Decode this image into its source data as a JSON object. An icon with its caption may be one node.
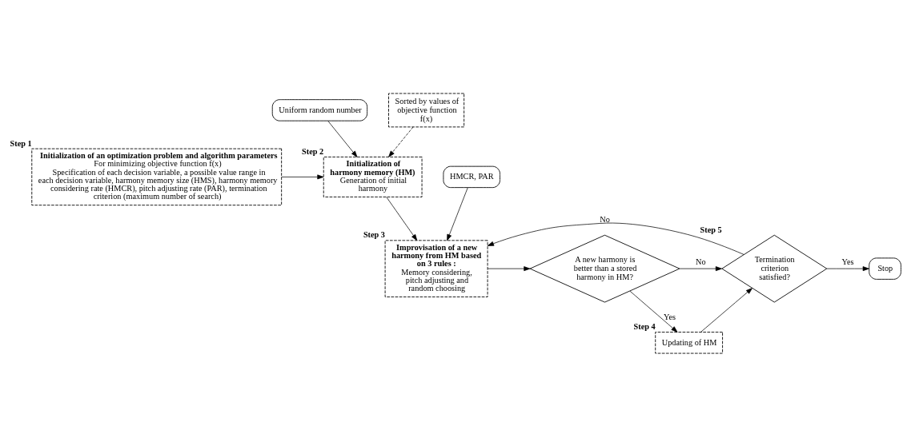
{
  "diagram": {
    "nodes": [
      {
        "text": [
          "Initialization of an optimization problem and algorithm parameters",
          "For minimizing objective function f(x)",
          "Specification of each decision variable, a possible value range in each decision variable, harmony memory size (HMS), harmony memory considering rate (HMCR), pitch adjusting rate (PAR), termination criterion (maximum number of search)"
        ],
        "beside": [
          "Step 1"
        ]
      },
      {
        "text": [
          "Initialization of harmony memory (HM)",
          "Generation of initial harmony"
        ],
        "beside": [
          "Step 2"
        ]
      },
      {
        "text": [
          "Uniform random number"
        ]
      },
      {
        "text": [
          "Sorted by values of objective function f(x)"
        ]
      },
      {
        "text": [
          "HMCR, PAR"
        ]
      },
      {
        "text": [
          "Improvisation of a new harmony from HM based on 3 rules :",
          "Memory considering, pitch adjusting and random choosing"
        ],
        "beside": [
          "Step 3"
        ]
      },
      {
        "text": [
          "A new harmony is better than a stored harmony in HM?"
        ]
      },
      {
        "text": [
          "Updating of HM"
        ],
        "beside": [
          "Step 4"
        ]
      },
      {
        "text": [
          "Termination criterion satisfied?"
        ],
        "beside": [
          "Step 5"
        ]
      },
      {
        "text": [
          "Stop"
        ]
      }
    ],
    "edges": [
      {
        "from": 0,
        "to": 1,
        "arrow": "to"
      },
      {
        "from": 2,
        "to": 1,
        "arrow": "to"
      },
      {
        "from": 3,
        "to": 1,
        "arrow": "to",
        "style": "dashed"
      },
      {
        "from": 1,
        "to": 5,
        "arrow": "to"
      },
      {
        "from": 4,
        "to": 5,
        "arrow": "to"
      },
      {
        "from": 8,
        "to": 5,
        "arrow": "to",
        "label": "No"
      },
      {
        "from": 5,
        "to": 6,
        "arrow": "to"
      },
      {
        "from": 6,
        "to": 8,
        "arrow": "to",
        "label": "No"
      },
      {
        "from": 6,
        "to": 7,
        "arrow": "to",
        "label": "Yes"
      },
      {
        "from": 7,
        "to": 8,
        "arrow": "to"
      },
      {
        "from": 8,
        "to": 9,
        "arrow": "to",
        "label": "Yes"
      }
    ]
  }
}
